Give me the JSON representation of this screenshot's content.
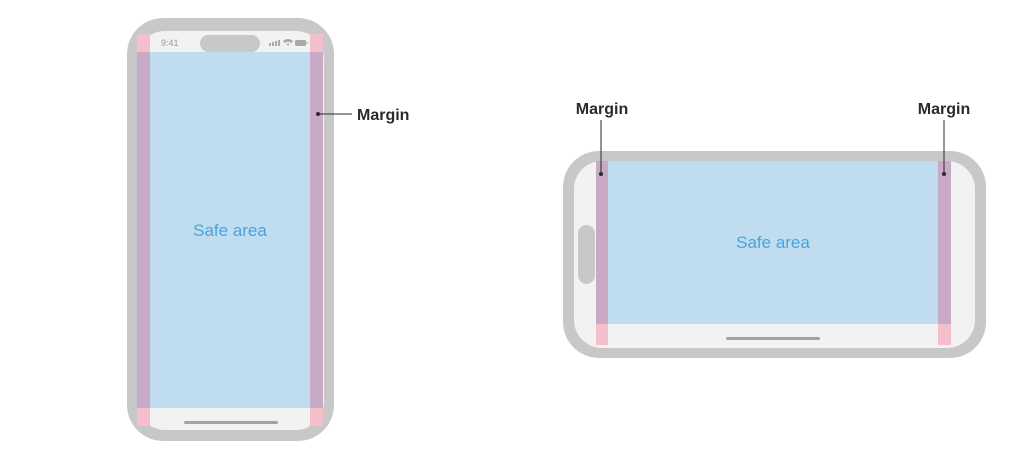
{
  "portrait": {
    "status_time": "9:41",
    "safe_area_label": "Safe area",
    "margin_label": "Margin"
  },
  "landscape": {
    "safe_area_label": "Safe area",
    "left_margin_label": "Margin",
    "right_margin_label": "Margin"
  },
  "colors": {
    "device_frame": "#c8c8c8",
    "screen_background": "#f2f2f2",
    "safe_area": "#bfddee",
    "margin": "#c8a9c6",
    "unsafe_edge": "#f2bfcb",
    "safe_area_text": "#4aa3df",
    "callout_text": "#2b2b2b"
  }
}
